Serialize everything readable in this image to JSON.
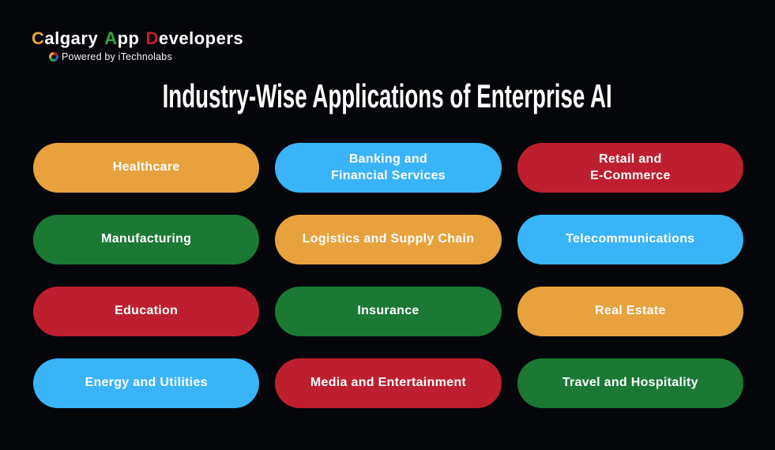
{
  "page": {
    "background": "#05060a"
  },
  "logo": {
    "word1_initial": "C",
    "word1_rest": "algary",
    "word2_initial": "A",
    "word2_rest": "pp",
    "word3_initial": "D",
    "word3_rest": "evelopers",
    "initial_colors": {
      "c": "#EBA33B",
      "a": "#2FA845",
      "d": "#C1202F"
    },
    "tagline": "Powered by iTechnolabs"
  },
  "title": "Industry-Wise Applications of Enterprise AI",
  "palette": {
    "orange": "#E8A23D",
    "blue": "#3AB4F9",
    "red": "#BE1F2E",
    "green": "#1B7934"
  },
  "grid": {
    "items": [
      {
        "label": "Healthcare",
        "color": "#E8A23D"
      },
      {
        "label": "Banking and\nFinancial Services",
        "color": "#3AB4F9"
      },
      {
        "label": "Retail and\nE-Commerce",
        "color": "#BE1F2E"
      },
      {
        "label": "Manufacturing",
        "color": "#1B7934"
      },
      {
        "label": "Logistics and Supply Chain",
        "color": "#E8A23D"
      },
      {
        "label": "Telecommunications",
        "color": "#3AB4F9"
      },
      {
        "label": "Education",
        "color": "#BE1F2E"
      },
      {
        "label": "Insurance",
        "color": "#1B7934"
      },
      {
        "label": "Real Estate",
        "color": "#E8A23D"
      },
      {
        "label": "Energy and Utilities",
        "color": "#3AB4F9"
      },
      {
        "label": "Media and Entertainment",
        "color": "#BE1F2E"
      },
      {
        "label": "Travel and Hospitality",
        "color": "#1B7934"
      }
    ]
  }
}
